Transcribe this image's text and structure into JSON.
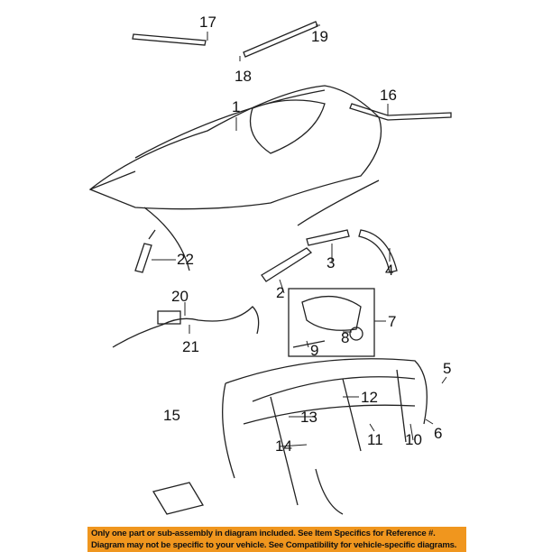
{
  "callouts": [
    "1",
    "2",
    "3",
    "4",
    "5",
    "6",
    "7",
    "8",
    "9",
    "10",
    "11",
    "12",
    "13",
    "14",
    "15",
    "16",
    "17",
    "18",
    "19",
    "20",
    "21",
    "22"
  ],
  "banner": {
    "line1": "Only one part or sub-assembly in diagram included. See Item Specifics for Reference #.",
    "line2": "Diagram may not be specific to your vehicle. See Compatibility for vehicle-specific diagrams."
  },
  "colors": {
    "banner": "#f0961e",
    "line": "#222222"
  }
}
